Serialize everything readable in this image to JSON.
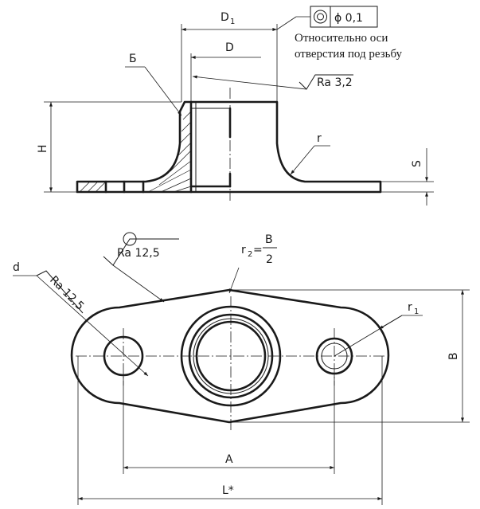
{
  "top_view": {
    "dim_d1": "D",
    "dim_d1_sub": "1",
    "dim_d": "D",
    "tolerance_value": "ϕ 0,1",
    "tolerance_note_line1": "Относительно оси",
    "tolerance_note_line2": "отверстия под резьбу",
    "roughness_bore": "Ra 3,2",
    "section_label": "Б",
    "dim_h": "H",
    "dim_s": "S",
    "radius_r": "r"
  },
  "plan_view": {
    "roughness_general": "Ra 12,5",
    "roughness_hole": "Ra 12,5",
    "hole_d": "d",
    "r2_label": "r",
    "r2_sub": "2",
    "r2_eq": "=",
    "r2_num": "B",
    "r2_den": "2",
    "r1_label": "r",
    "r1_sub": "1",
    "dim_b": "B",
    "dim_a": "A",
    "dim_l": "L*"
  }
}
